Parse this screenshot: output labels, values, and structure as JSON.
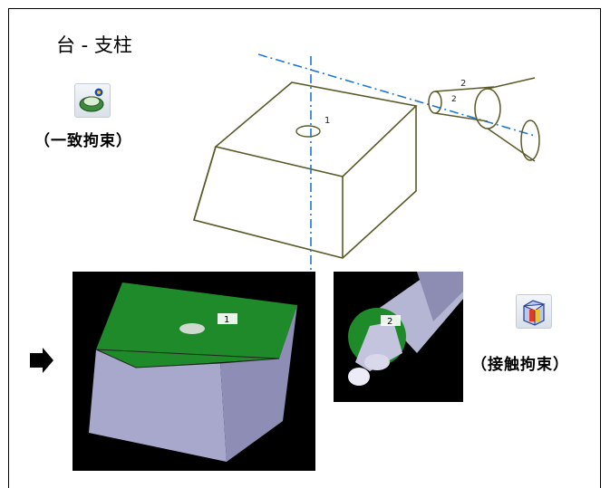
{
  "title": "台 - 支柱",
  "coincidence_tool": {
    "label": "（一致拘束）",
    "icon": "coincidence-constraint-icon"
  },
  "contact_tool": {
    "label": "（接触拘束）",
    "icon": "contact-constraint-icon"
  },
  "wireframe": {
    "marker_1": "1",
    "marker_2": "2",
    "marker_2b": "2"
  },
  "shaded_left": {
    "tag": "1"
  },
  "shaded_right": {
    "tag": "2"
  },
  "colors": {
    "axis": "#1e78d2",
    "edge": "#5a5a28",
    "face_green": "#1f8a2a",
    "face_gray": "#aaaacc",
    "background_shot": "#000000"
  },
  "result_arrow_icon": "right-arrow-icon"
}
